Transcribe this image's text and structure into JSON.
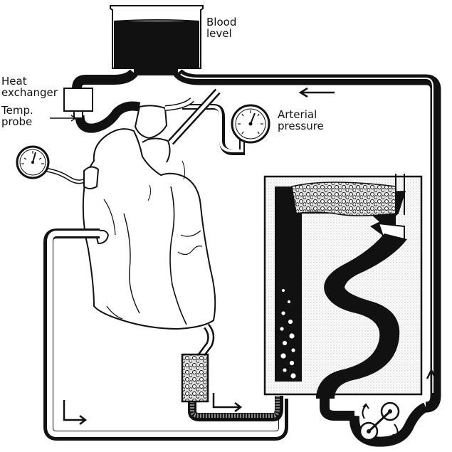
{
  "labels": {
    "blood_level_1": "Blood",
    "blood_level_2": "level",
    "heat_exchanger_1": "Heat",
    "heat_exchanger_2": "exchanger",
    "temp_probe_1": "Temp.",
    "temp_probe_2": "probe",
    "arterial_pressure_1": "Arterial",
    "arterial_pressure_2": "pressure"
  },
  "colors": {
    "ink": "#111111",
    "blood": "#111111",
    "paper": "#ffffff",
    "stipple": "#c8c8c8"
  },
  "icons": [
    "pressure-gauge-icon",
    "flow-arrow-icon",
    "roller-pump-icon",
    "heart-illustration"
  ]
}
